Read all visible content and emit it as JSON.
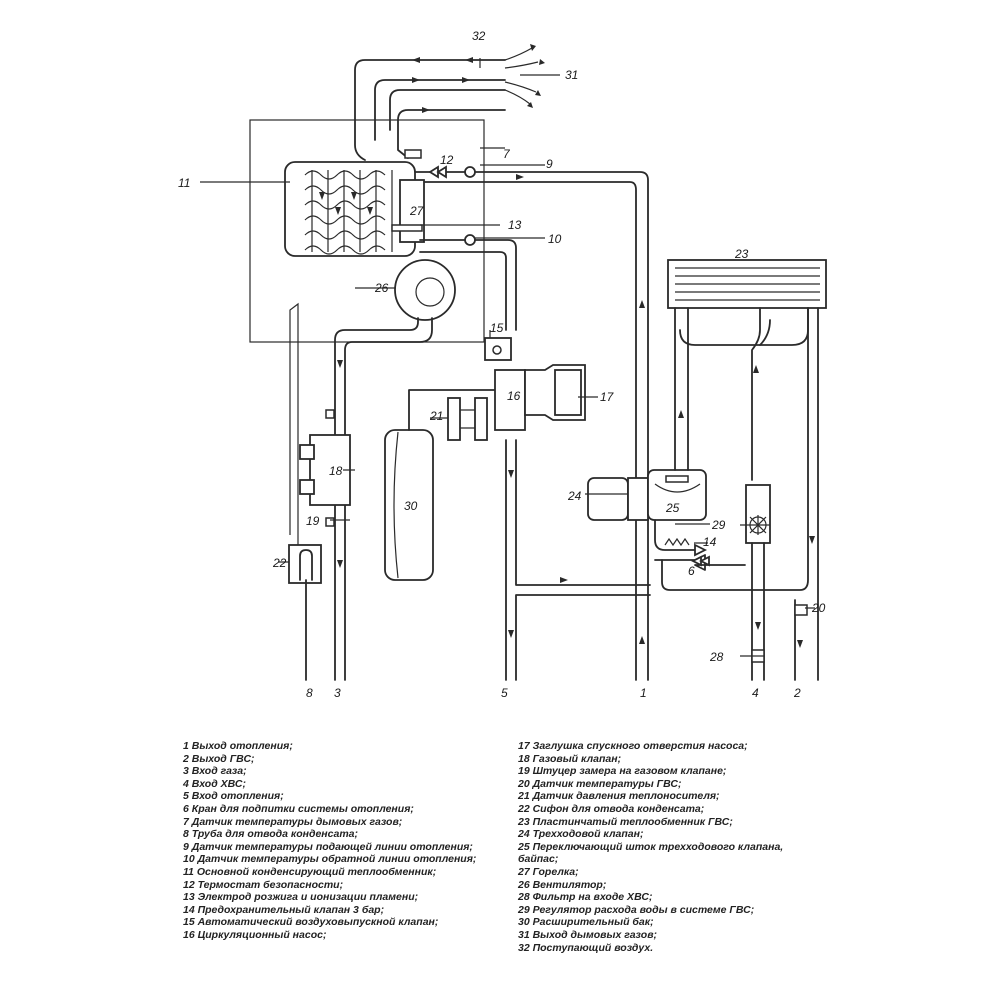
{
  "labels": {
    "n1": "1",
    "n2": "2",
    "n3": "3",
    "n4": "4",
    "n5": "5",
    "n6": "6",
    "n7": "7",
    "n8": "8",
    "n9": "9",
    "n10": "10",
    "n11": "11",
    "n12": "12",
    "n13": "13",
    "n14": "14",
    "n15": "15",
    "n16": "16",
    "n17": "17",
    "n18": "18",
    "n19": "19",
    "n20": "20",
    "n21": "21",
    "n22": "22",
    "n23": "23",
    "n24": "24",
    "n25": "25",
    "n26": "26",
    "n27": "27",
    "n28": "28",
    "n29": "29",
    "n30": "30",
    "n31": "31",
    "n32": "32"
  },
  "legend": {
    "left": [
      "1 Выход  отопления;",
      "2 Выход ГВС;",
      "3 Вход газа;",
      "4 Вход ХВС;",
      "5 Вход отопления;",
      "6 Кран для подпитки системы отопления;",
      "7 Датчик температуры дымовых газов;",
      "8 Труба для отвода конденсата;",
      "9 Датчик температуры подающей линии отопления;",
      "10 Датчик температуры обратной линии отопления;",
      "11 Основной конденсирующий теплообменник;",
      "12 Термостат безопасности;",
      "13 Электрод розжига и ионизации пламени;",
      "14 Предохранительный клапан 3 бар;",
      "15 Автоматический воздуховыпускной клапан;",
      "16 Циркуляционный насос;"
    ],
    "right": [
      "17 Заглушка спускного отверстия насоса;",
      "18 Газовый клапан;",
      "19 Штуцер замера на газовом клапане;",
      "20 Датчик температуры ГВС;",
      "21 Датчик давления теплоносителя;",
      "22 Сифон для отвода конденсата;",
      "23 Пластинчатый теплообменник ГВС;",
      "24 Трехходовой клапан;",
      "25 Переключающий шток трехходового клапана,",
      "байпас;",
      "27 Горелка;",
      "26 Вентилятор;",
      "28 Фильтр на входе ХВС;",
      "29 Регулятор расхода воды в системе ГВС;",
      "30 Расширительный бак;",
      "31 Выход дымовых газов;",
      "32 Поступающий воздух."
    ]
  }
}
